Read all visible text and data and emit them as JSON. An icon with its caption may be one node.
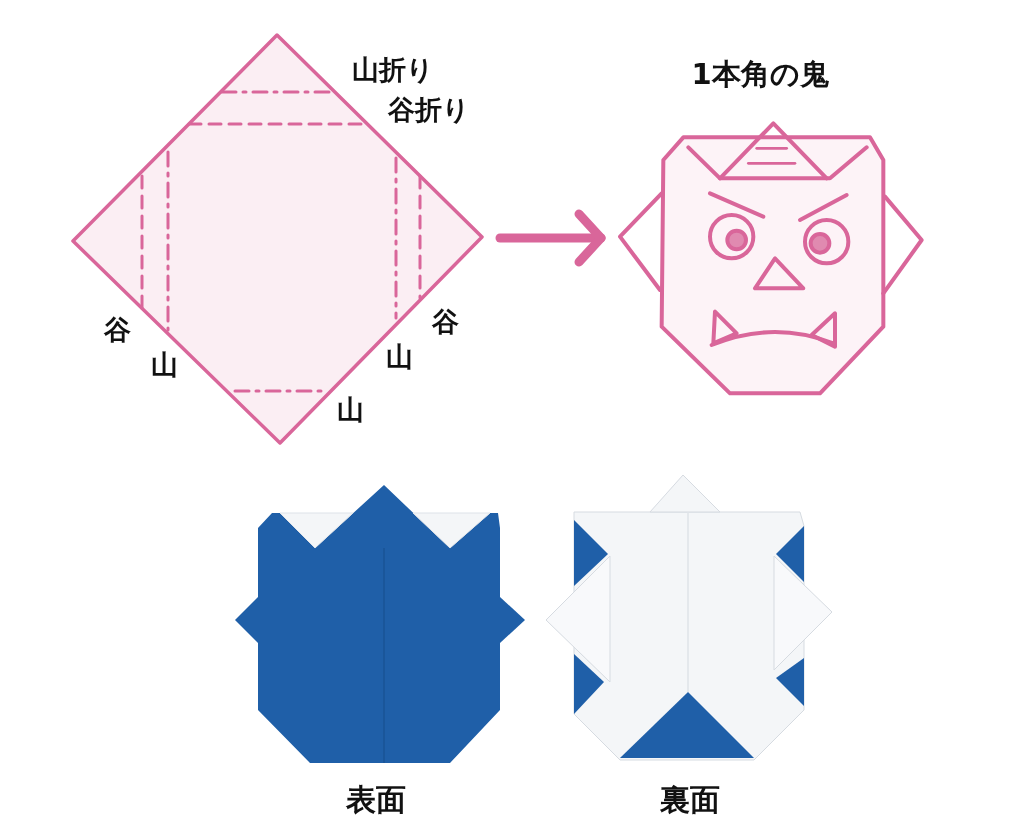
{
  "diagram": {
    "nodes": [
      {
        "text": [],
        "shape": "picture"
      },
      {
        "text": [],
        "shape": "picture",
        "beside": [
          "1本角の鬼"
        ]
      },
      {
        "text": [],
        "shape": "picture",
        "beside": [
          "表面"
        ]
      },
      {
        "text": [],
        "shape": "picture",
        "beside": [
          "裏面"
        ]
      }
    ],
    "edges": [
      {
        "from": 0,
        "to": 1,
        "arrow": "to"
      }
    ],
    "labels": [
      "山折り",
      "谷折り",
      "谷",
      "山",
      "谷",
      "山",
      "山"
    ]
  }
}
